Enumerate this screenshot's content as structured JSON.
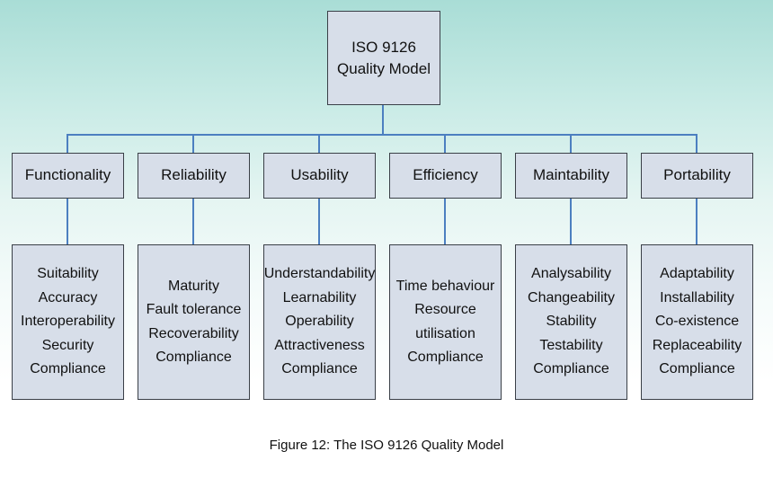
{
  "root": {
    "line1": "ISO 9126",
    "line2": "Quality Model"
  },
  "categories": [
    {
      "label": "Functionality",
      "attributes": [
        "Suitability",
        "Accuracy",
        "Interoperability",
        "Security",
        "Compliance"
      ]
    },
    {
      "label": "Reliability",
      "attributes": [
        "Maturity",
        "Fault tolerance",
        "Recoverability",
        "Compliance"
      ]
    },
    {
      "label": "Usability",
      "attributes": [
        "Understandability",
        "Learnability",
        "Operability",
        "Attractiveness",
        "Compliance"
      ]
    },
    {
      "label": "Efficiency",
      "attributes": [
        "Time behaviour",
        "Resource utilisation",
        "Compliance"
      ]
    },
    {
      "label": "Maintability",
      "attributes": [
        "Analysability",
        "Changeability",
        "Stability",
        "Testability",
        "Compliance"
      ]
    },
    {
      "label": "Portability",
      "attributes": [
        "Adaptability",
        "Installability",
        "Co-existence",
        "Replaceability",
        "Compliance"
      ]
    }
  ],
  "caption": "Figure 12: The ISO 9126 Quality Model",
  "colors": {
    "box_fill": "#d7dee9",
    "connector": "#4c7fc0",
    "border": "#3a3f47"
  }
}
